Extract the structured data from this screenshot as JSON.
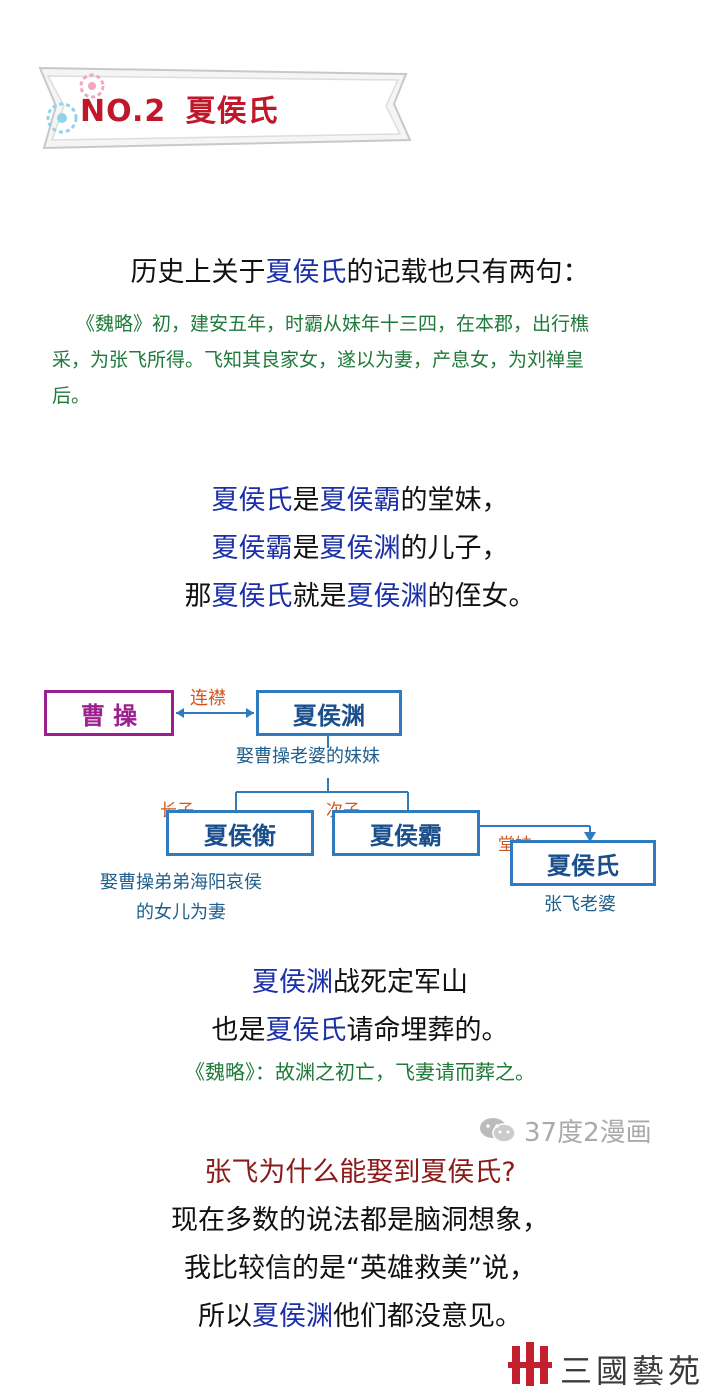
{
  "title": {
    "no": "NO.2",
    "name": "夏侯氏"
  },
  "intro": {
    "pre": "历史上关于",
    "name": "夏侯氏",
    "post": "的记载也只有两句："
  },
  "quote_lines": [
    "《魏略》初，建安五年，时霸从妹年十三四，在本郡，出行樵",
    "采，为张飞所得。飞知其良家女，遂以为妻，产息女，为刘禅皇",
    "后。"
  ],
  "relations": [
    {
      "a": "夏侯氏",
      "mid": "是",
      "b": "夏侯霸",
      "end": "的堂妹，",
      "pre": ""
    },
    {
      "a": "夏侯霸",
      "mid": "是",
      "b": "夏侯渊",
      "end": "的儿子，",
      "pre": ""
    },
    {
      "a": "夏侯氏",
      "mid": "就是",
      "b": "夏侯渊",
      "end": "的侄女。",
      "pre": "那"
    }
  ],
  "diagram": {
    "cao": "曹 操",
    "lianjin": "连襟",
    "xhy": "夏侯渊",
    "marry_note": "娶曹操老婆的妹妹",
    "eldest": "长子",
    "second": "次子",
    "xhh": "夏侯衡",
    "xhb": "夏侯霸",
    "cousin": "堂妹",
    "xhs": "夏侯氏",
    "xhh_note_1": "娶曹操弟弟海阳哀侯",
    "xhh_note_2": "的女儿为妻",
    "xhs_note": "张飞老婆"
  },
  "death": {
    "l1_name": "夏侯渊",
    "l1_post": "战死定军山",
    "l2_pre": "也是",
    "l2_name": "夏侯氏",
    "l2_post": "请命埋葬的。",
    "quote": "《魏略》：故渊之初亡，飞妻请而葬之。"
  },
  "watermark": "37度2漫画",
  "closing": {
    "question": "张飞为什么能娶到夏侯氏?",
    "l1": "现在多数的说法都是脑洞想象，",
    "l2": "我比较信的是“英雄救美”说，",
    "l3_pre": "所以",
    "l3_name": "夏侯渊",
    "l3_post": "他们都没意见。"
  },
  "logo_text": "三國藝苑",
  "colors": {
    "blue": "#1a2fa8",
    "green": "#1f7a3a",
    "red": "#8b1a1a",
    "title_red": "#c0182a",
    "box_blue": "#2f7bc0",
    "box_purple": "#9c1f8f"
  }
}
